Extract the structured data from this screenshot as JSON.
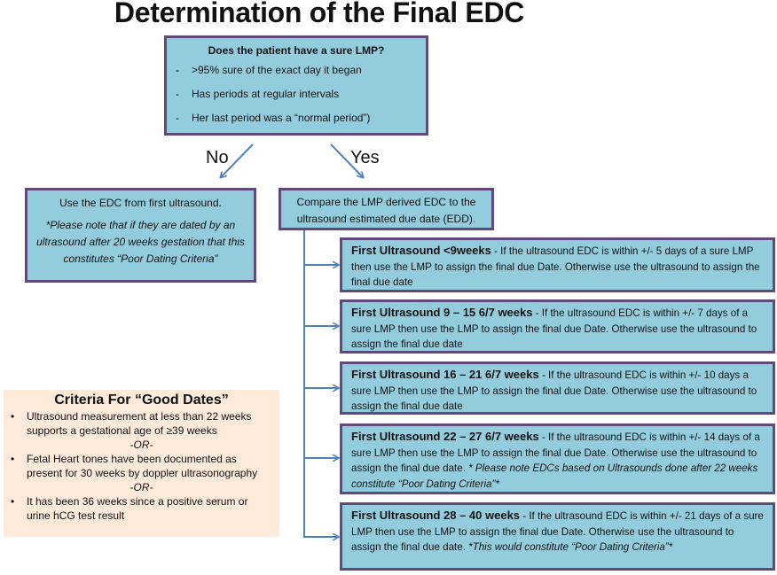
{
  "title": "Determination of the Final EDC",
  "question_box": {
    "question": "Does the patient have a sure LMP?",
    "bullet_marker": "-",
    "items": [
      ">95% sure of the exact day it began",
      "Has periods at regular intervals",
      "Her last period was a “normal period”)"
    ]
  },
  "branches": {
    "no_label": "No",
    "yes_label": "Yes"
  },
  "no_box": {
    "text": "Use the EDC  from first ultrasound.",
    "note": "*Please note that if they are dated by an ultrasound after 20 weeks gestation that this constitutes “Poor Dating Criteria”"
  },
  "yes_box": {
    "text": "Compare the LMP derived EDC to the ultrasound estimated due date (EDD)."
  },
  "ultrasound_rules": [
    {
      "heading": "First Ultrasound <9weeks",
      "text": " - If the ultrasound EDC is within +/- 5 days of a sure LMP then  use the LMP to assign the final due Date.  Otherwise use the ultrasound to assign the final due date",
      "note": ""
    },
    {
      "heading": "First Ultrasound 9 – 15 6/7 weeks",
      "text": " - If the ultrasound EDC is within +/- 7 days of a sure LMP then use the LMP to assign the final due Date.  Otherwise use the ultrasound to assign the final due date",
      "note": ""
    },
    {
      "heading": "First Ultrasound 16 – 21 6/7 weeks",
      "text": " - If the ultrasound EDC is within +/- 10 days a sure LMP then use the LMP to assign the final due Date.  Otherwise use the ultrasound to assign the final due date",
      "note": ""
    },
    {
      "heading": "First Ultrasound 22 – 27 6/7 weeks",
      "text": " - If the ultrasound EDC is within +/- 14 days of a sure LMP then use the LMP to assign the final due Date.  Otherwise use the ultrasound to assign the final due date.  ",
      "note": "* Please note EDCs based on Ultrasounds done after 22 weeks constitute “Poor Dating Criteria”*"
    },
    {
      "heading": "First Ultrasound 28 – 40 weeks",
      "text": " - If the ultrasound EDC is within +/- 21 days of a sure LMP then use the LMP to assign the final due Date.  Otherwise use the ultrasound to assign the final due date.  ",
      "note": "*This would constitute “Poor Dating Criteria”*"
    }
  ],
  "criteria": {
    "title": "Criteria For “Good Dates”",
    "bullet_marker": "•",
    "items": [
      "Ultrasound measurement at less than 22 weeks supports a gestational age of ≥39 weeks",
      "Fetal Heart tones have been documented as present for 30 weeks by doppler ultrasonography",
      "It has been 36 weeks since a positive serum or urine hCG test result"
    ],
    "separator": "-OR-"
  },
  "colors": {
    "box_fill": "#93cddd",
    "box_border": "#604a7b",
    "arrow": "#4f81bd",
    "criteria_fill": "#fdeada"
  }
}
